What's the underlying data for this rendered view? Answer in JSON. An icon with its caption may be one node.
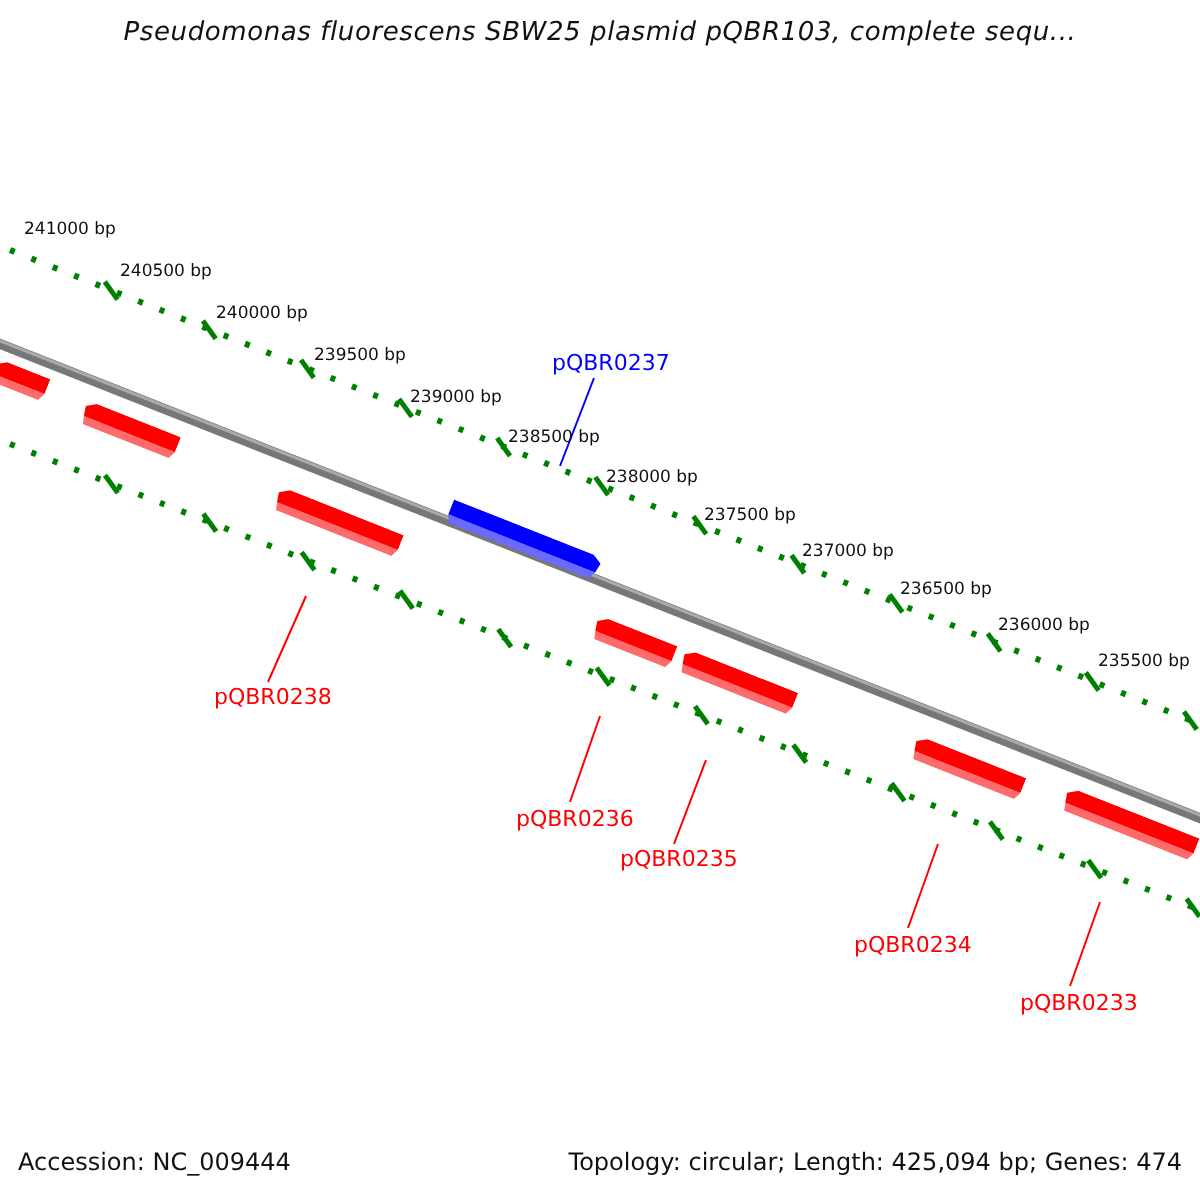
{
  "diagram": {
    "title": "Pseudomonas fluorescens SBW25 plasmid pQBR103, complete sequ...",
    "nodes": [
      {
        "text": [
          "pQBR0237"
        ]
      },
      {
        "text": [
          "pQBR0238"
        ]
      },
      {
        "text": [
          "pQBR0236"
        ]
      },
      {
        "text": [
          "pQBR0235"
        ]
      },
      {
        "text": [
          "pQBR0234"
        ]
      },
      {
        "text": [
          "pQBR0233"
        ]
      },
      {
        "text": [],
        "shape": "bar"
      },
      {
        "text": [],
        "shape": "bar"
      },
      {
        "text": [],
        "shape": "bar"
      },
      {
        "text": [],
        "shape": "bar"
      },
      {
        "text": [],
        "shape": "bar"
      },
      {
        "text": [],
        "shape": "bar"
      },
      {
        "text": [],
        "shape": "bar"
      },
      {
        "text": [],
        "shape": "bar"
      }
    ],
    "edges": [
      {
        "from": 0,
        "to": 9,
        "arrow": "none",
        "color": "#0000ff"
      },
      {
        "from": 1,
        "to": 8,
        "arrow": "none"
      },
      {
        "from": 2,
        "to": 10,
        "arrow": "none"
      },
      {
        "from": 3,
        "to": 11,
        "arrow": "none"
      },
      {
        "from": 4,
        "to": 12,
        "arrow": "none"
      },
      {
        "from": 5,
        "to": 13,
        "arrow": "none"
      }
    ],
    "labels": [
      "241000 bp",
      "240500 bp",
      "240000 bp",
      "239500 bp",
      "239000 bp",
      "238500 bp",
      "238000 bp",
      "237500 bp",
      "237000 bp",
      "236500 bp",
      "236000 bp",
      "235500 bp",
      "Accession: NC_009444",
      "Topology: circular; Length: 425,094 bp; Genes: 474"
    ]
  }
}
